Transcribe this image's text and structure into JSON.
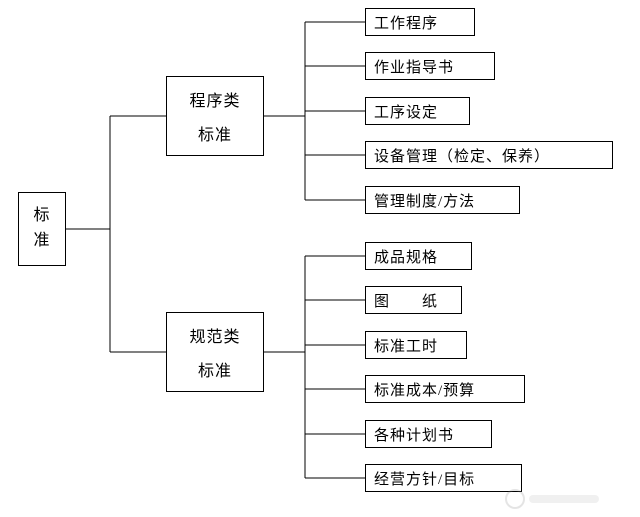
{
  "page": {
    "background": "#ffffff"
  },
  "colors": {
    "line": "#000000",
    "box_border": "#000000",
    "text": "#000000"
  },
  "tree": {
    "root": {
      "label": "标准"
    },
    "branches": [
      {
        "label_line1": "程序类",
        "label_line2": "标准",
        "children": [
          {
            "label": "工作程序"
          },
          {
            "label": "作业指导书"
          },
          {
            "label": "工序设定"
          },
          {
            "label": "设备管理（检定、保养）"
          },
          {
            "label": "管理制度/方法"
          }
        ]
      },
      {
        "label_line1": "规范类",
        "label_line2": "标准",
        "children": [
          {
            "label": "成品规格"
          },
          {
            "label": "图　　纸"
          },
          {
            "label": "标准工时"
          },
          {
            "label": "标准成本/预算"
          },
          {
            "label": "各种计划书"
          },
          {
            "label": "经营方针/目标"
          }
        ]
      }
    ]
  }
}
